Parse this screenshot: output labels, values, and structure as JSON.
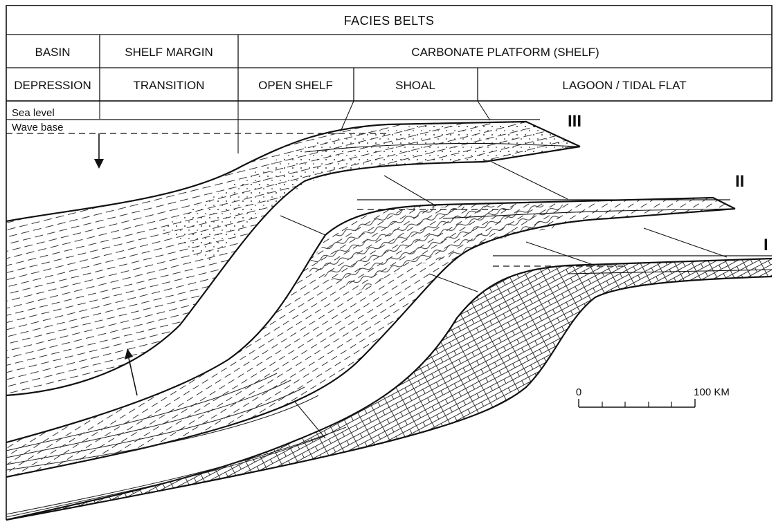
{
  "header": {
    "title": "FACIES BELTS",
    "row2": [
      "BASIN",
      "SHELF MARGIN",
      "CARBONATE PLATFORM (SHELF)"
    ],
    "row3": [
      "DEPRESSION",
      "TRANSITION",
      "OPEN SHELF",
      "SHOAL",
      "LAGOON / TIDAL FLAT"
    ]
  },
  "labels": {
    "sea_level": "Sea level",
    "wave_base": "Wave base"
  },
  "sequences": [
    "III",
    "II",
    "I"
  ],
  "scale": {
    "start": "0",
    "end": "100 KM"
  }
}
